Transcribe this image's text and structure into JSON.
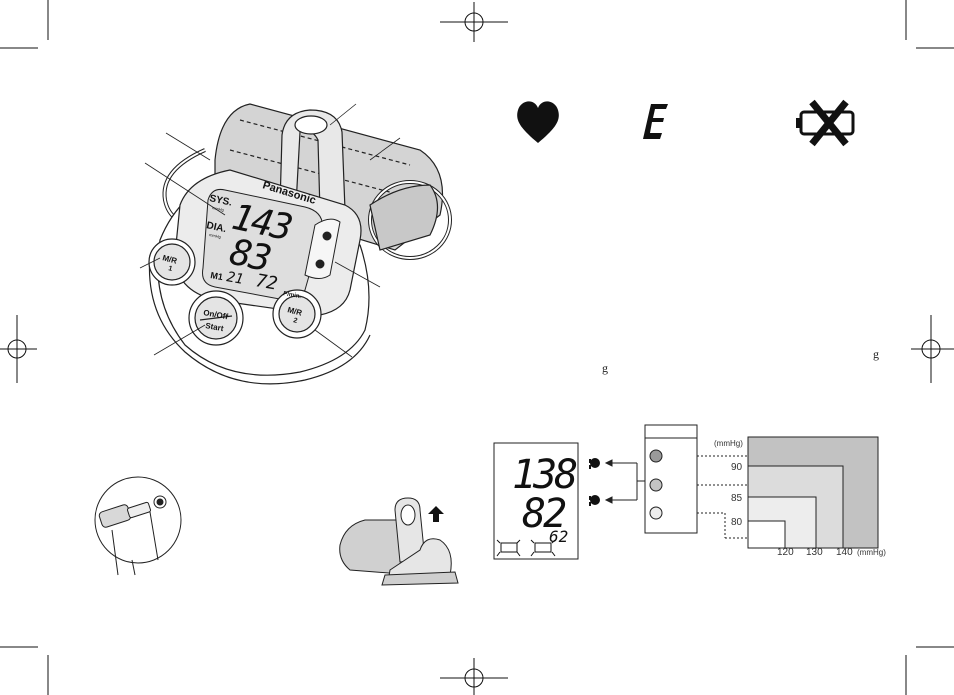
{
  "device": {
    "brand": "Panasonic",
    "sys_label": "SYS.",
    "dia_label": "DIA.",
    "mmhg_small": "mmHg",
    "systolic": "143",
    "diastolic": "83",
    "pulse": "72",
    "pulse_unit": "P/min.",
    "memory": "M1",
    "memory_count": "21",
    "btn_mr1_top": "M/R",
    "btn_mr1_bottom": "1",
    "btn_mr2_top": "M/R",
    "btn_mr2_bottom": "2",
    "btn_onoff": "On/Off",
    "btn_start": "Start"
  },
  "symbols": {
    "heart": "heart-icon",
    "error": "E",
    "battery": "battery-replace-icon"
  },
  "stray_chars": [
    "g",
    "g"
  ],
  "example_display": {
    "systolic": "138",
    "diastolic": "82",
    "pulse": "62"
  },
  "classification": {
    "unit_top": "(mmHg)",
    "y_ticks": [
      "90",
      "85",
      "80"
    ],
    "x_ticks": [
      "120",
      "130",
      "140"
    ],
    "unit_x": "(mmHg)",
    "colors": {
      "level_high": "#c2c2c2",
      "level_mid": "#dcdcdc",
      "level_low": "#ededed",
      "normal": "#ffffff"
    }
  }
}
